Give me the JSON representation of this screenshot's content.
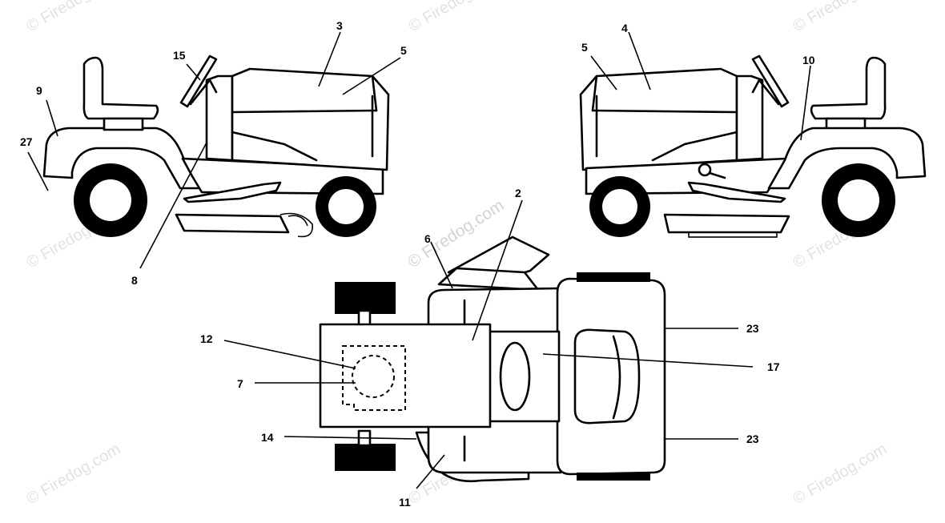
{
  "watermark": "© Firedog.com",
  "callouts": {
    "c3": "3",
    "c5a": "5",
    "c15": "15",
    "c9": "9",
    "c27": "27",
    "c8": "8",
    "c4": "4",
    "c5b": "5",
    "c10": "10",
    "c2": "2",
    "c6": "6",
    "c12": "12",
    "c7": "7",
    "c14": "14",
    "c11": "11",
    "c23a": "23",
    "c23b": "23",
    "c17": "17"
  }
}
